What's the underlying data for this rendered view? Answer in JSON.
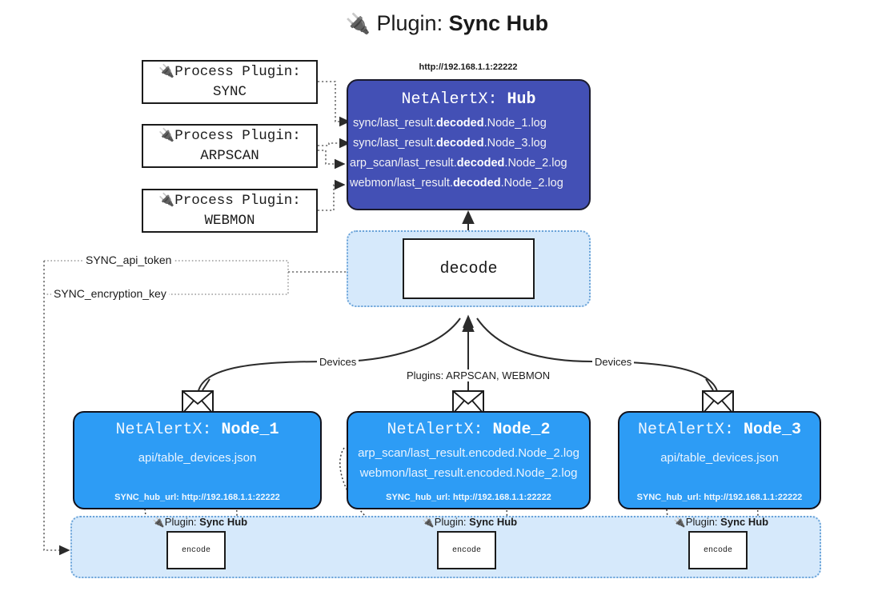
{
  "title": {
    "icon": "plug-icon",
    "prefix": "Plugin:",
    "name": "Sync Hub"
  },
  "process_plugins": [
    {
      "icon": "plug-icon",
      "line1": "Process Plugin:",
      "line2": "SYNC"
    },
    {
      "icon": "plug-icon",
      "line1": "Process Plugin:",
      "line2": "ARPSCAN"
    },
    {
      "icon": "plug-icon",
      "line1": "Process Plugin:",
      "line2": "WEBMON"
    }
  ],
  "hub": {
    "url": "http://192.168.1.1:22222",
    "title_prefix": "NetAlertX:",
    "title_name": "Hub",
    "logs": [
      {
        "pre": "sync/last_result.",
        "mid": "decoded",
        "post": ".Node_1.log"
      },
      {
        "pre": "sync/last_result.",
        "mid": "decoded",
        "post": ".Node_3.log"
      },
      {
        "pre": "arp_scan/last_result.",
        "mid": "decoded",
        "post": ".Node_2.log"
      },
      {
        "pre": "webmon/last_result.",
        "mid": "decoded",
        "post": ".Node_2.log"
      }
    ]
  },
  "decode": {
    "label": "decode"
  },
  "secrets": {
    "api_token": "SYNC_api_token",
    "encryption_key": "SYNC_encryption_key"
  },
  "edge_labels": {
    "devices_left": "Devices",
    "devices_right": "Devices",
    "plugins_middle": "Plugins: ARPSCAN, WEBMON"
  },
  "nodes": [
    {
      "icon": "envelope-icon",
      "title_prefix": "NetAlertX:",
      "title_name": "Node_1",
      "lines": [
        "api/table_devices.json"
      ],
      "footer": "SYNC_hub_url: http://192.168.1.1:22222"
    },
    {
      "icon": "envelope-icon",
      "title_prefix": "NetAlertX:",
      "title_name": "Node_2",
      "lines": [
        "arp_scan/last_result.encoded.Node_2.log",
        "webmon/last_result.encoded.Node_2.log"
      ],
      "footer": "SYNC_hub_url: http://192.168.1.1:22222"
    },
    {
      "icon": "envelope-icon",
      "title_prefix": "NetAlertX:",
      "title_name": "Node_3",
      "lines": [
        "api/table_devices.json"
      ],
      "footer": "SYNC_hub_url: http://192.168.1.1:22222"
    }
  ],
  "encoders": [
    {
      "icon": "plug-icon",
      "plugin_prefix": "Plugin:",
      "plugin_name": "Sync Hub",
      "label": "encode"
    },
    {
      "icon": "plug-icon",
      "plugin_prefix": "Plugin:",
      "plugin_name": "Sync Hub",
      "label": "encode"
    },
    {
      "icon": "plug-icon",
      "plugin_prefix": "Plugin:",
      "plugin_name": "Sync Hub",
      "label": "encode"
    }
  ],
  "colors": {
    "hub_fill": "#4350b5",
    "node_fill": "#2d9cf5",
    "cluster_fill": "#d6e9fb",
    "cluster_border": "#6aa3d8",
    "stroke": "#1b1b1b"
  }
}
